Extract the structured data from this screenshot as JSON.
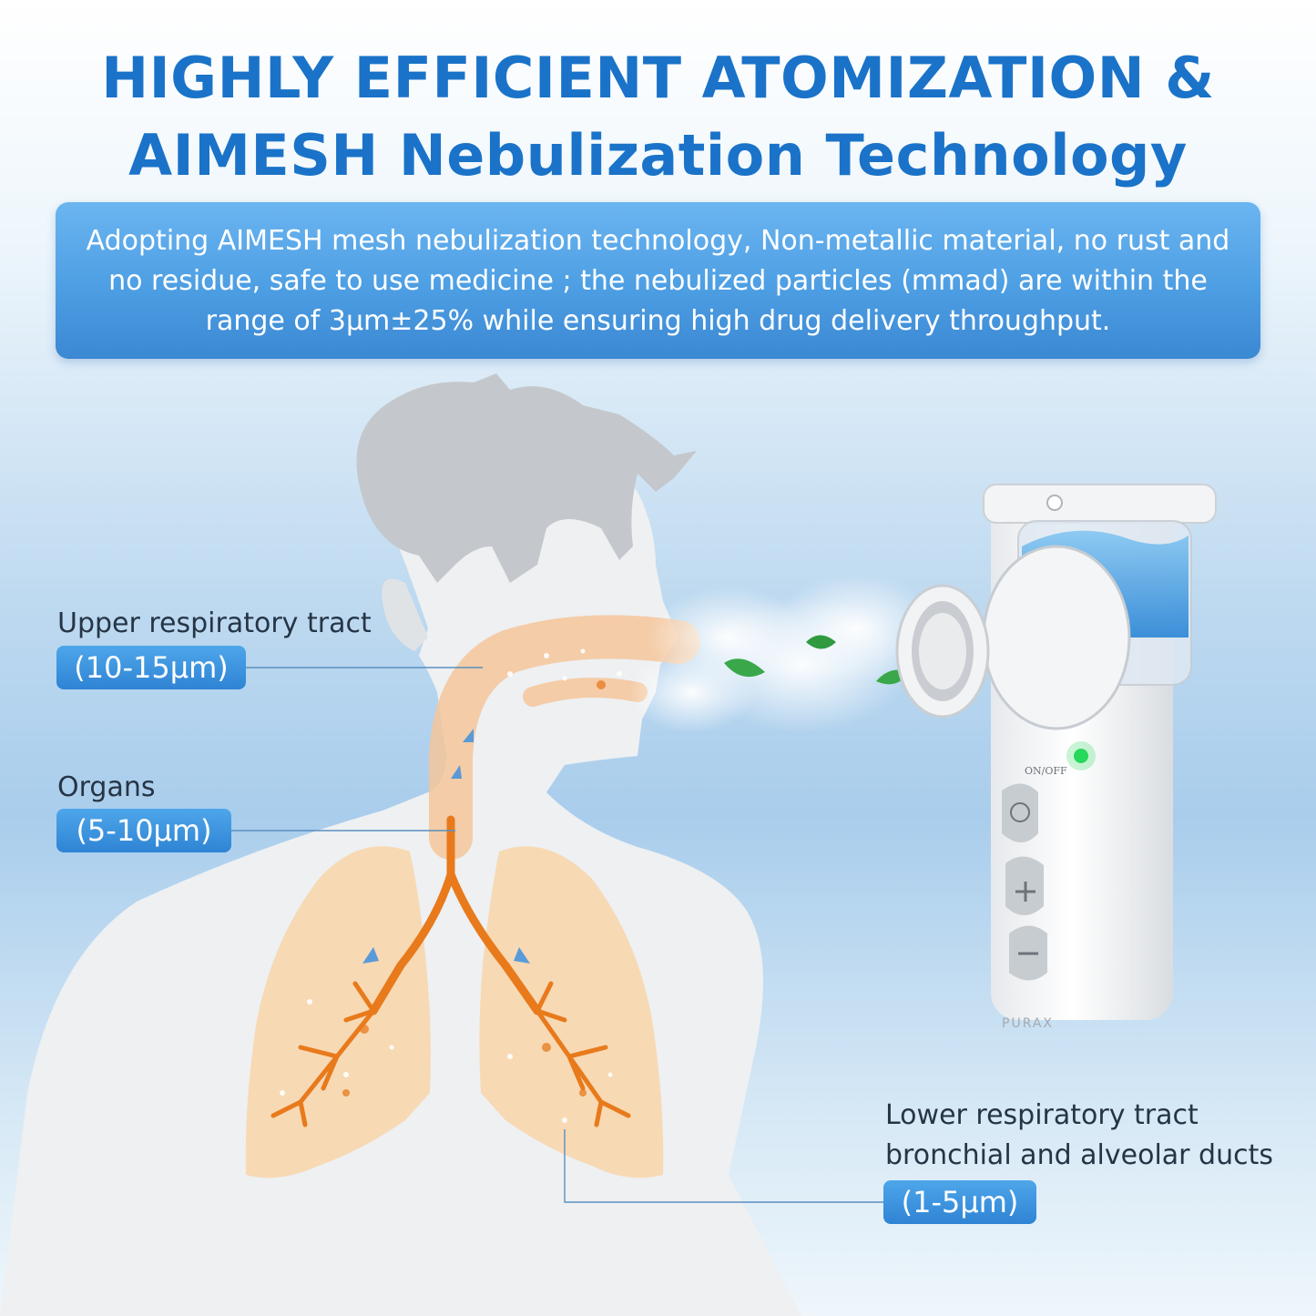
{
  "headline": {
    "line1": "HIGHLY EFFICIENT ATOMIZATION &",
    "line2": "AIMESH Nebulization Technology"
  },
  "info_box": {
    "line1": "Adopting AIMESH mesh nebulization technology, Non-metallic material, no rust and",
    "line2": "no residue, safe to use medicine ; the nebulized particles (mmad) are within the",
    "line3": "range of 3μm±25% while ensuring high drug delivery throughput."
  },
  "callouts": {
    "upper": {
      "label": "Upper respiratory tract",
      "size": "(10-15μm)"
    },
    "organs": {
      "label": "Organs",
      "size": "(5-10μm)"
    },
    "lower": {
      "label1": "Lower respiratory tract",
      "label2": "bronchial and alveolar ducts",
      "size": "(1-5μm)"
    }
  },
  "device": {
    "brand": "PURAX",
    "power_label": "ON/OFF",
    "buttons": [
      "power-icon",
      "plus-icon",
      "minus-icon"
    ],
    "indicator_color": "#27d85a"
  },
  "colors": {
    "headline": "#1a73c8",
    "pill": "#2f84d4",
    "airway": "#f0a35e",
    "bronchi": "#e87a1c",
    "lungs": "#f7d7b0"
  }
}
